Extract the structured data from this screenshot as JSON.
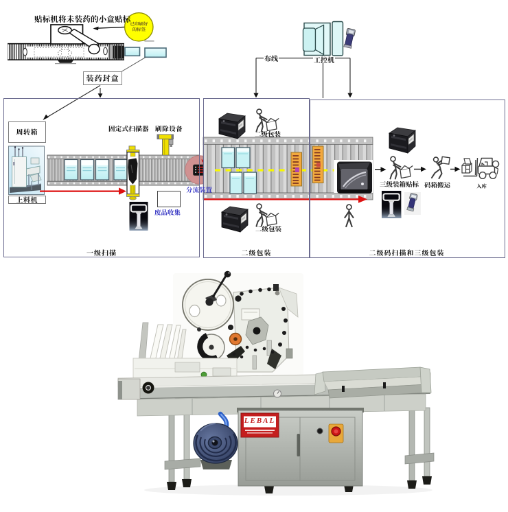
{
  "top_schematic": {
    "caption": "贴标机将未装药的小盒贴标",
    "bubble_line1": "已印刷好",
    "bubble_line2": "的标签",
    "fill_box_label": "装药封盒"
  },
  "wiring": {
    "bus_label": "布线",
    "host_label": "工控机"
  },
  "sections": {
    "primary": {
      "bottom_label": "一级扫描",
      "turnover_box": "周转箱",
      "feeder": "上料机",
      "fixed_scanner": "固定式扫描器",
      "brush_remover": "刷除设备",
      "diverter": "分流装置",
      "waste_collect": "废品收集"
    },
    "secondary": {
      "bottom_label": "二级包装",
      "station_top": "二级包装",
      "station_bottom": "二级包装"
    },
    "tertiary": {
      "bottom_label": "二级码扫描和三级包装",
      "case_labeling": "三级装箱贴标",
      "case_moving": "码箱搬运",
      "warehouse_in": "入库"
    }
  },
  "machine_photo": {
    "brand": "LEBAL"
  },
  "colors": {
    "bubble_fill": "#ffff00",
    "diverter_circle": "#d09191",
    "flow_arrow": "#dd1111",
    "track_dash": "#f8f800",
    "section_border": "#6b6b8f",
    "product_box": "#c9f2f5",
    "carton_box": "#f2a93e",
    "brand_plate": "#c41e1e"
  }
}
